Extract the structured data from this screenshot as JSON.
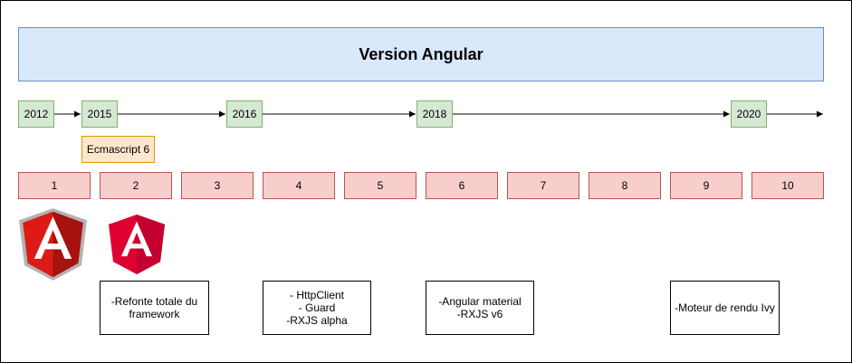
{
  "title": "Version Angular",
  "years": [
    "2012",
    "2015",
    "2016",
    "2018",
    "2020"
  ],
  "badge": "Ecmascript 6",
  "versions": [
    "1",
    "2",
    "3",
    "4",
    "5",
    "6",
    "7",
    "8",
    "9",
    "10"
  ],
  "notes": {
    "v2": "-Refonte totale du\nframework",
    "v4": "- HttpClient\n- Guard\n-RXJS alpha",
    "v6": "-Angular material\n-RXJS v6",
    "v9": "-Moteur de rendu Ivy"
  },
  "logos": [
    "angularjs-logo",
    "angular-logo"
  ],
  "colors": {
    "title_fill": "#dae8fc",
    "year_fill": "#d5e8d4",
    "version_fill": "#f8cecc",
    "badge_fill": "#ffe6cc",
    "angularjs_red": "#e23237",
    "angular_red": "#dd0031"
  }
}
